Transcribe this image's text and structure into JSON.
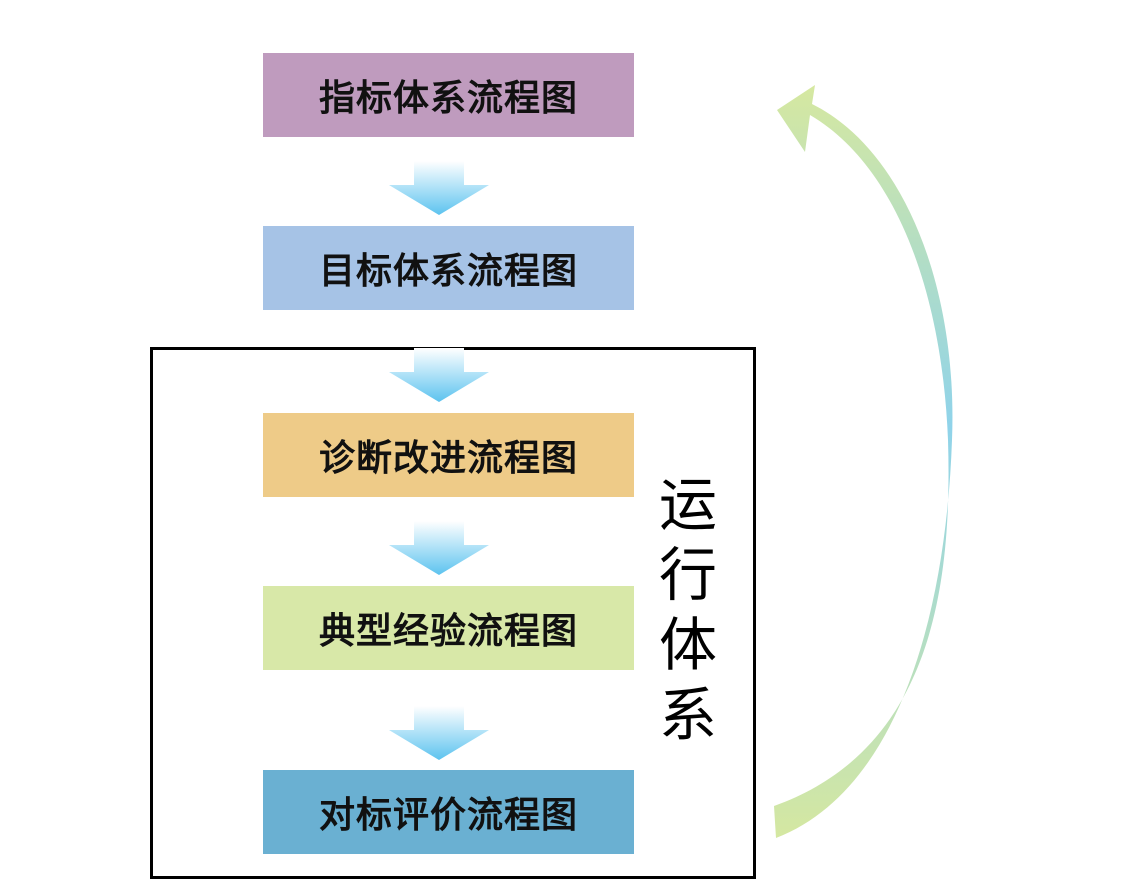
{
  "flow": {
    "steps": [
      {
        "label": "指标体系流程图",
        "color": "#bf9bbe"
      },
      {
        "label": "目标体系流程图",
        "color": "#a6c3e6"
      },
      {
        "label": "诊断改进流程图",
        "color": "#eecb88"
      },
      {
        "label": "典型经验流程图",
        "color": "#d8e8a8"
      },
      {
        "label": "对标评价流程图",
        "color": "#6ab0d2"
      }
    ],
    "arrow_colors": {
      "top": "#ffffff",
      "bottom": "#5cc3ef"
    }
  },
  "system": {
    "label": "运行体系",
    "border_color": "#000000"
  },
  "cycle_arrow": {
    "colors": {
      "ends": "#d6e8a0",
      "middle": "#8fd3ea"
    }
  }
}
